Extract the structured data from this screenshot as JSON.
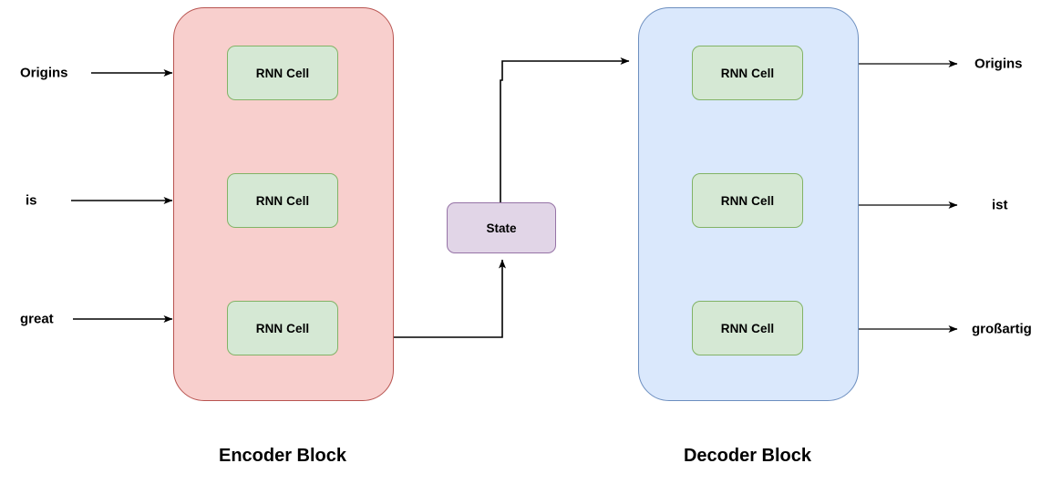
{
  "diagram": {
    "title": "Encoder-Decoder RNN sequence-to-sequence diagram",
    "colors": {
      "encoder_fill": "#f8cfcd",
      "encoder_stroke": "#b85450",
      "decoder_fill": "#dae8fc",
      "decoder_stroke": "#6c8ebf",
      "cell_fill": "#d5e8d4",
      "cell_stroke": "#82b366",
      "state_fill": "#e1d5e7",
      "state_stroke": "#9673a6",
      "arrow_black": "#000000",
      "arrow_gray": "#4d4d4d"
    },
    "encoder": {
      "caption": "Encoder Block",
      "inputs": [
        {
          "label": "Origins"
        },
        {
          "label": "is"
        },
        {
          "label": "great"
        }
      ],
      "cells": [
        {
          "label": "RNN Cell"
        },
        {
          "label": "RNN Cell"
        },
        {
          "label": "RNN Cell"
        }
      ]
    },
    "state": {
      "label": "State"
    },
    "decoder": {
      "caption": "Decoder Block",
      "cells": [
        {
          "label": "RNN Cell"
        },
        {
          "label": "RNN Cell"
        },
        {
          "label": "RNN Cell"
        }
      ],
      "outputs": [
        {
          "label": "Origins"
        },
        {
          "label": "ist"
        },
        {
          "label": "großartig"
        }
      ]
    }
  }
}
